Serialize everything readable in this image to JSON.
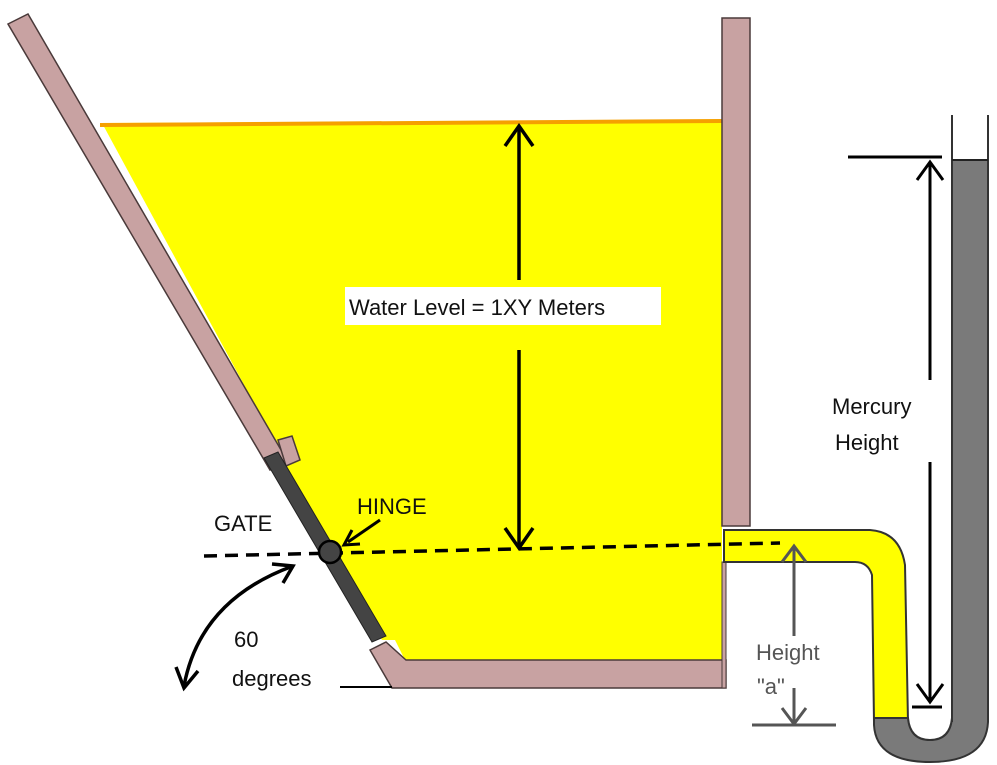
{
  "labels": {
    "water_level": "Water Level = 1XY Meters",
    "mercury_line1": "Mercury",
    "mercury_line2": "Height",
    "gate": "GATE",
    "hinge": "HINGE",
    "angle_value": "60",
    "angle_unit": "degrees",
    "height_a_line1": "Height",
    "height_a_line2": "\"a\""
  },
  "colors": {
    "water": "#ffff00",
    "water_surface": "#f5a000",
    "tank_wall": "#c8a2a2",
    "wall_outline": "#4a3a3a",
    "gate": "#444444",
    "mercury": "#7a7a7a",
    "line": "#000000"
  }
}
